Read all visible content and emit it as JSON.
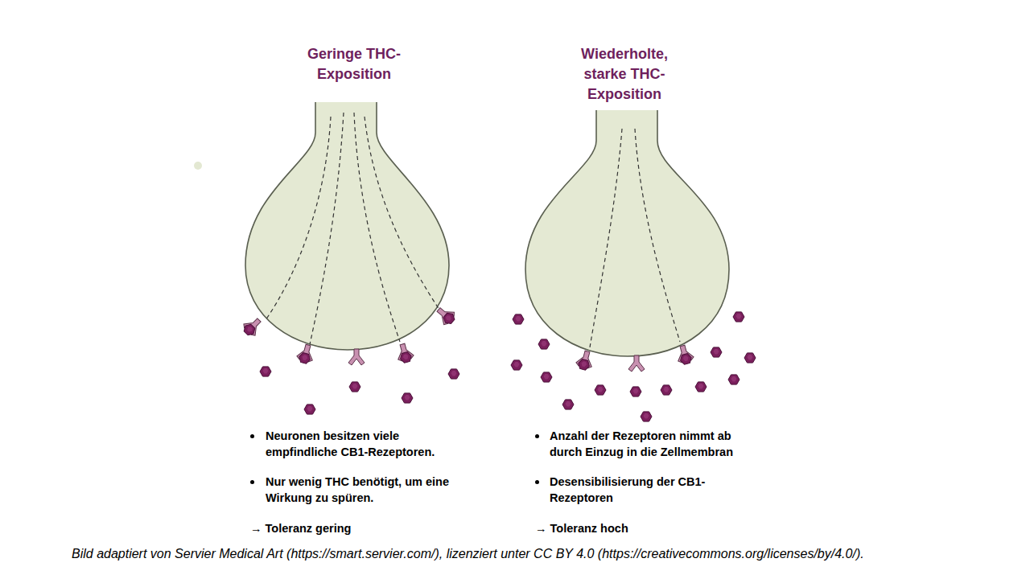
{
  "diagram": {
    "caption": "Bild adaptiert von Servier Medical Art (https://smart.servier.com/), lizenziert unter CC BY 4.0 (https://creativecommons.org/licenses/by/4.0/).",
    "nodes": [
      {
        "text": [
          "Geringe THC- Exposition"
        ]
      },
      {
        "text": [
          "Wiederholte, starke THC- Exposition"
        ]
      }
    ],
    "labels": [
      "Neuronen besitzen viele empfindliche CB1-Rezeptoren.",
      "Nur wenig THC benötigt, um eine Wirkung zu spüren.",
      "→ Toleranz gering",
      "Anzahl der Rezeptoren nimmt ab durch Einzug in die Zellmembran",
      "Desensibilisierung der CB1- Rezeptoren",
      "→ Toleranz hoch"
    ]
  }
}
